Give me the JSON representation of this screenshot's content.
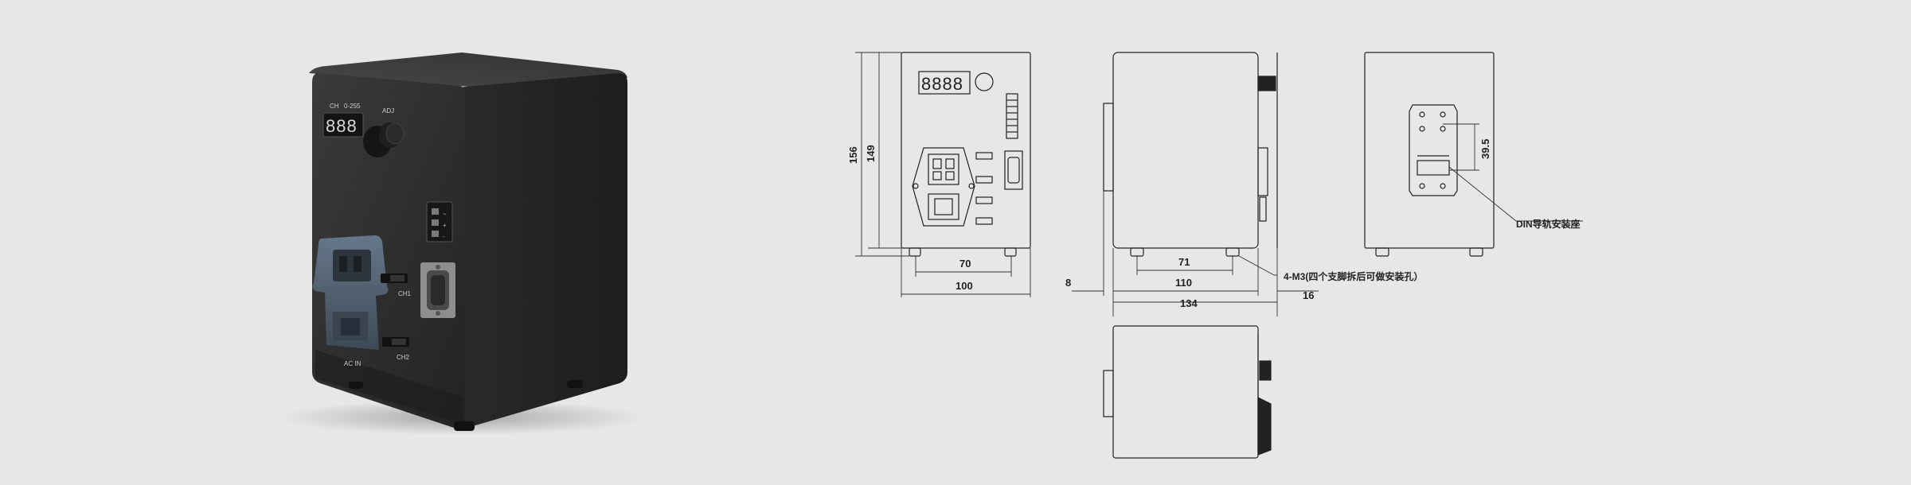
{
  "colors": {
    "background": "#e7e7e7",
    "line": "#222222",
    "dimension": "#333333",
    "housing_front": "#2e2e2e",
    "housing_side": "#262626",
    "housing_top": "#3b3b3b",
    "connector_blue": "#4f5d6b"
  },
  "product_photo": {
    "panel_labels": {
      "ch": "CH",
      "range": "0-255",
      "adj": "ADJ",
      "digits": "888",
      "ch1": "CH1",
      "ch2": "CH2",
      "ac_in": "AC  IN"
    }
  },
  "drawing": {
    "front_view": {
      "display_digits": "8888",
      "dim_width_inner": "70",
      "dim_width_outer": "100",
      "dim_height_inner": "149",
      "dim_height_outer": "156"
    },
    "side_view": {
      "dim_offset_left": "8",
      "dim_feet_spacing": "71",
      "dim_body_depth": "110",
      "dim_total_depth": "134",
      "dim_offset_right": "16",
      "mount_hole_note": "4-M3(四个支脚拆后可做安装孔）"
    },
    "rear_view": {
      "dim_rail_pitch": "39.5",
      "din_note": "DIN导轨安装座"
    }
  }
}
